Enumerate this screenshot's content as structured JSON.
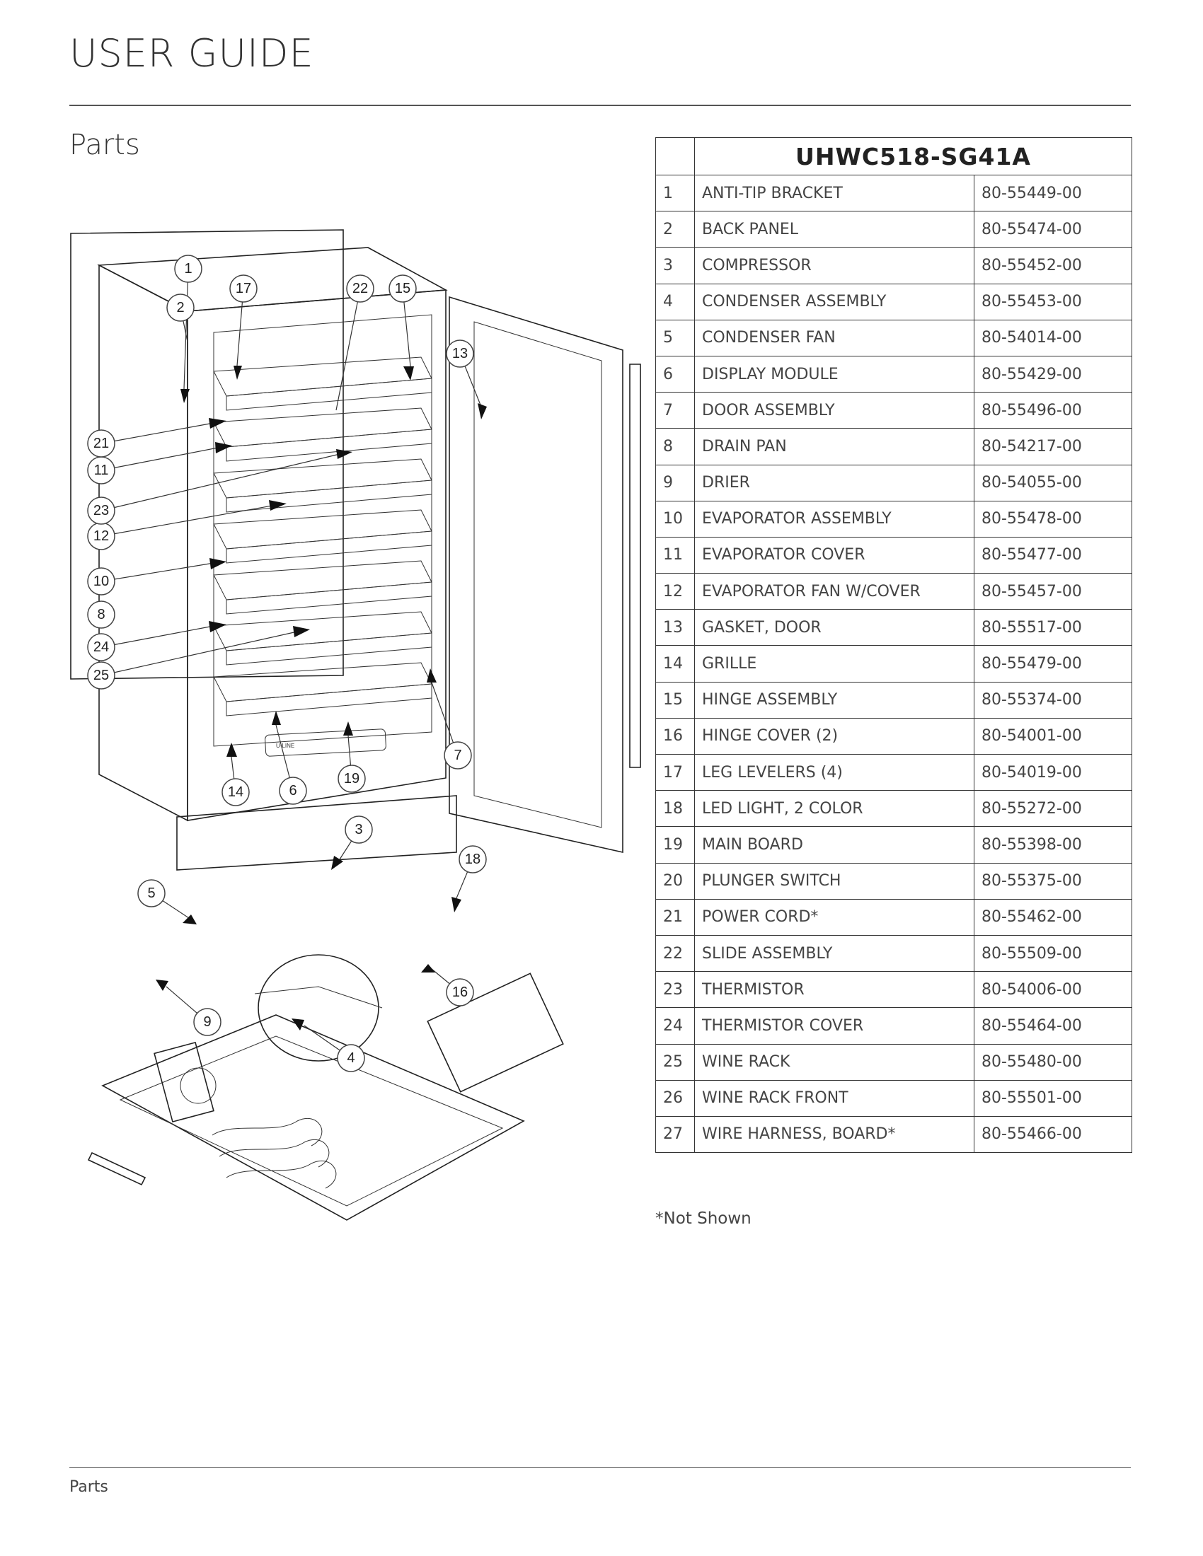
{
  "header": {
    "title": "USER GUIDE"
  },
  "section": {
    "title": "Parts"
  },
  "table": {
    "model": "UHWC518-SG41A",
    "rows": [
      {
        "num": "1",
        "name": "ANTI-TIP BRACKET",
        "code": "80-55449-00"
      },
      {
        "num": "2",
        "name": "BACK PANEL",
        "code": "80-55474-00"
      },
      {
        "num": "3",
        "name": "COMPRESSOR",
        "code": "80-55452-00"
      },
      {
        "num": "4",
        "name": "CONDENSER ASSEMBLY",
        "code": "80-55453-00"
      },
      {
        "num": "5",
        "name": "CONDENSER FAN",
        "code": "80-54014-00"
      },
      {
        "num": "6",
        "name": "DISPLAY MODULE",
        "code": "80-55429-00"
      },
      {
        "num": "7",
        "name": "DOOR ASSEMBLY",
        "code": "80-55496-00"
      },
      {
        "num": "8",
        "name": "DRAIN PAN",
        "code": "80-54217-00"
      },
      {
        "num": "9",
        "name": "DRIER",
        "code": "80-54055-00"
      },
      {
        "num": "10",
        "name": "EVAPORATOR ASSEMBLY",
        "code": "80-55478-00"
      },
      {
        "num": "11",
        "name": "EVAPORATOR COVER",
        "code": "80-55477-00"
      },
      {
        "num": "12",
        "name": "EVAPORATOR FAN W/COVER",
        "code": "80-55457-00"
      },
      {
        "num": "13",
        "name": "GASKET, DOOR",
        "code": "80-55517-00"
      },
      {
        "num": "14",
        "name": "GRILLE",
        "code": "80-55479-00"
      },
      {
        "num": "15",
        "name": "HINGE ASSEMBLY",
        "code": "80-55374-00"
      },
      {
        "num": "16",
        "name": "HINGE COVER (2)",
        "code": "80-54001-00"
      },
      {
        "num": "17",
        "name": "LEG LEVELERS (4)",
        "code": "80-54019-00"
      },
      {
        "num": "18",
        "name": "LED LIGHT, 2 COLOR",
        "code": "80-55272-00"
      },
      {
        "num": "19",
        "name": "MAIN BOARD",
        "code": "80-55398-00"
      },
      {
        "num": "20",
        "name": "PLUNGER SWITCH",
        "code": "80-55375-00"
      },
      {
        "num": "21",
        "name": "POWER CORD*",
        "code": "80-55462-00"
      },
      {
        "num": "22",
        "name": "SLIDE ASSEMBLY",
        "code": "80-55509-00"
      },
      {
        "num": "23",
        "name": "THERMISTOR",
        "code": "80-54006-00"
      },
      {
        "num": "24",
        "name": "THERMISTOR COVER",
        "code": "80-55464-00"
      },
      {
        "num": "25",
        "name": "WINE RACK",
        "code": "80-55480-00"
      },
      {
        "num": "26",
        "name": "WINE RACK FRONT",
        "code": "80-55501-00"
      },
      {
        "num": "27",
        "name": "WIRE HARNESS, BOARD*",
        "code": "80-55466-00"
      }
    ]
  },
  "footnote": "*Not Shown",
  "footer": {
    "label": "Parts"
  },
  "diagram": {
    "callouts": [
      "1",
      "2",
      "3",
      "4",
      "5",
      "6",
      "7",
      "8",
      "9",
      "10",
      "11",
      "12",
      "13",
      "14",
      "15",
      "16",
      "17",
      "18",
      "19",
      "21",
      "22",
      "23",
      "24",
      "25"
    ],
    "display_brand": "U-LINE"
  }
}
